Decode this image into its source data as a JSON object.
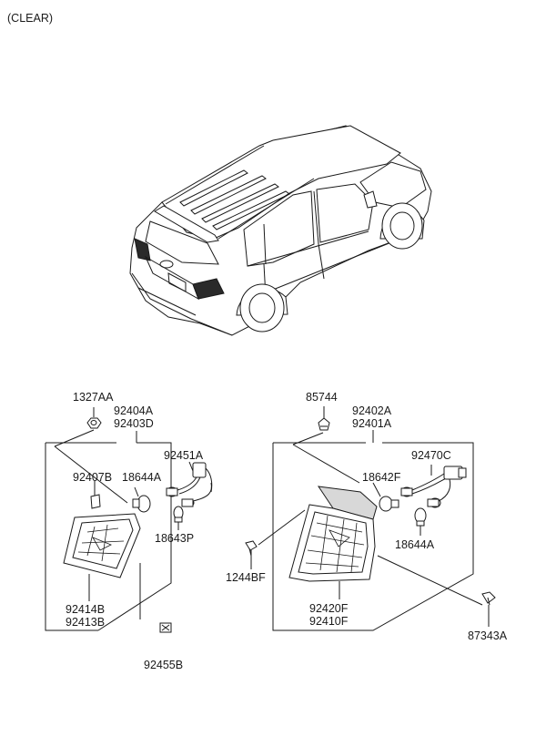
{
  "header": {
    "variant": "(CLEAR)"
  },
  "labels": {
    "p1327AA": "1327AA",
    "p92404A": "92404A",
    "p92403D": "92403D",
    "p92451A": "92451A",
    "p92407B": "92407B",
    "p18644A_left": "18644A",
    "p18643P": "18643P",
    "p92414B": "92414B",
    "p92413B": "92413B",
    "p92455B": "92455B",
    "p85744": "85744",
    "p92402A": "92402A",
    "p92401A": "92401A",
    "p92470C": "92470C",
    "p18642F": "18642F",
    "p18644A_right": "18644A",
    "p1244BF": "1244BF",
    "p92420F": "92420F",
    "p92410F": "92410F",
    "p87343A": "87343A"
  }
}
